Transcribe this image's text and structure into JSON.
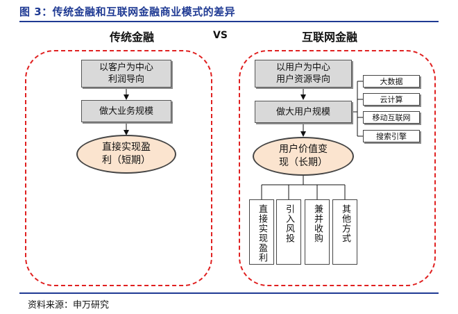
{
  "figure": {
    "title": "图 3：传统金融和互联网金融商业模式的差异",
    "source": "资料来源：申万研究"
  },
  "left": {
    "heading": "传统金融",
    "box1": "以客户为中心\n利润导向",
    "box2": "做大业务规模",
    "result": "直接实现盈\n利（短期）"
  },
  "vs_label": "VS",
  "right": {
    "heading": "互联网金融",
    "box1": "以用户为中心\n用户资源导向",
    "box2": "做大用户规模",
    "result": "用户价值变\n现（长期）",
    "tech_tags": [
      "大数据",
      "云计算",
      "移动互联网",
      "搜索引擎"
    ],
    "channels": [
      "直接实现盈利",
      "引入风投",
      "兼并收购",
      "其他方式"
    ]
  }
}
